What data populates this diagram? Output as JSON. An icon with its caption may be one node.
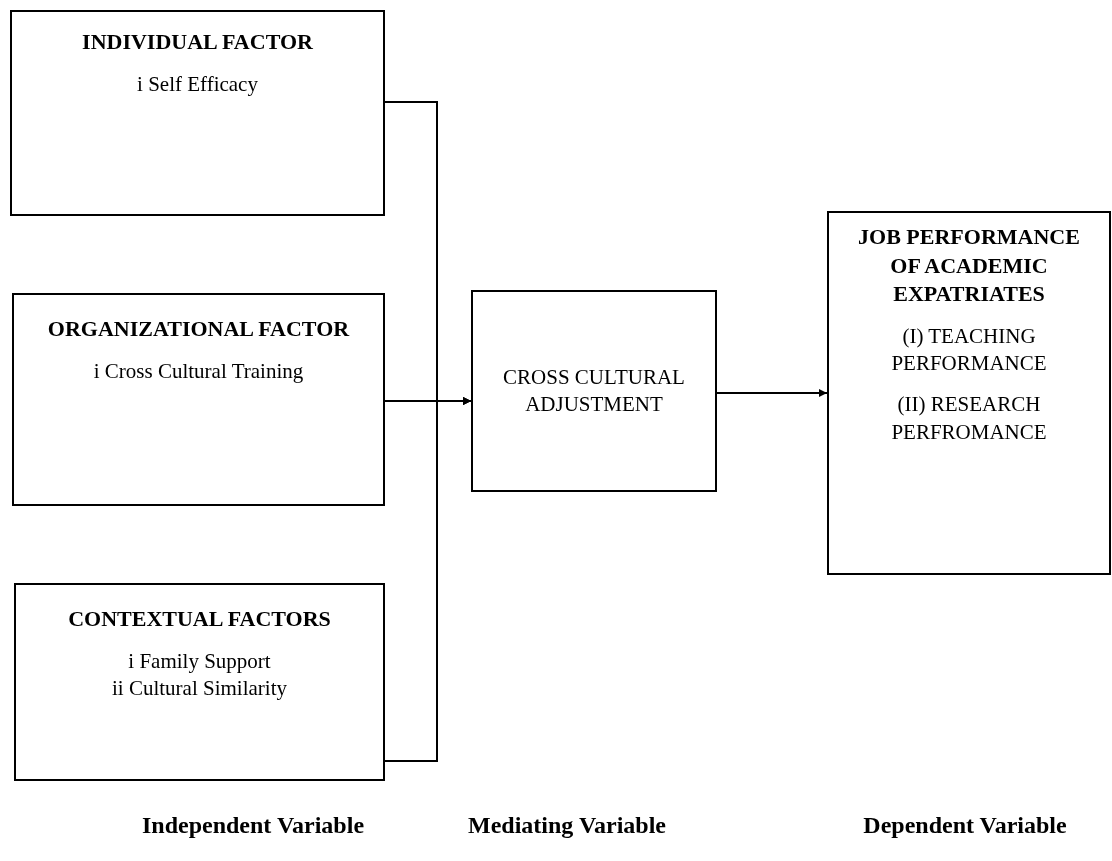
{
  "diagram": {
    "nodes": [
      {
        "text": [
          "INDIVIDUAL FACTOR",
          "i Self Efficacy"
        ]
      },
      {
        "text": [
          "ORGANIZATIONAL FACTOR",
          "i Cross Cultural Training"
        ]
      },
      {
        "text": [
          "CONTEXTUAL FACTORS",
          "i Family Support",
          "ii Cultural Similarity"
        ]
      },
      {
        "text": [
          "CROSS CULTURAL ADJUSTMENT"
        ]
      },
      {
        "text": [
          "JOB PERFORMANCE OF ACADEMIC EXPATRIATES",
          "(I) TEACHING PERFORMANCE",
          "(II) RESEARCH PERFROMANCE"
        ]
      }
    ],
    "edges": [
      {
        "from": 0,
        "to": 3,
        "arrow": "to"
      },
      {
        "from": 1,
        "to": 3,
        "arrow": "to"
      },
      {
        "from": 2,
        "to": 3,
        "arrow": "to"
      },
      {
        "from": 3,
        "to": 4,
        "arrow": "to"
      }
    ],
    "labels": [
      "Independent Variable",
      "Mediating Variable",
      "Dependent Variable"
    ]
  }
}
